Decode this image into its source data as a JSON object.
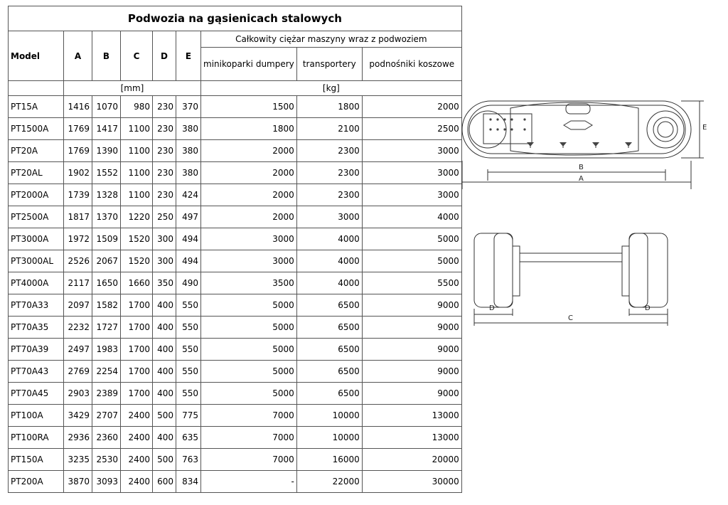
{
  "table": {
    "title": "Podwozia na gąsienicach stalowych",
    "headers": {
      "model": "Model",
      "dims": [
        "A",
        "B",
        "C",
        "D",
        "E"
      ],
      "weight_group": "Całkowity ciężar maszyny wraz z podwoziem",
      "weight_cols": [
        "minikoparki dumpery",
        "transportery",
        "podnośniki koszowe"
      ],
      "unit_mm": "[mm]",
      "unit_kg": "[kg]"
    },
    "rows": [
      [
        "PT15A",
        "1416",
        "1070",
        "980",
        "230",
        "370",
        "1500",
        "1800",
        "2000"
      ],
      [
        "PT1500A",
        "1769",
        "1417",
        "1100",
        "230",
        "380",
        "1800",
        "2100",
        "2500"
      ],
      [
        "PT20A",
        "1769",
        "1390",
        "1100",
        "230",
        "380",
        "2000",
        "2300",
        "3000"
      ],
      [
        "PT20AL",
        "1902",
        "1552",
        "1100",
        "230",
        "380",
        "2000",
        "2300",
        "3000"
      ],
      [
        "PT2000A",
        "1739",
        "1328",
        "1100",
        "230",
        "424",
        "2000",
        "2300",
        "3000"
      ],
      [
        "PT2500A",
        "1817",
        "1370",
        "1220",
        "250",
        "497",
        "2000",
        "3000",
        "4000"
      ],
      [
        "PT3000A",
        "1972",
        "1509",
        "1520",
        "300",
        "494",
        "3000",
        "4000",
        "5000"
      ],
      [
        "PT3000AL",
        "2526",
        "2067",
        "1520",
        "300",
        "494",
        "3000",
        "4000",
        "5000"
      ],
      [
        "PT4000A",
        "2117",
        "1650",
        "1660",
        "350",
        "490",
        "3500",
        "4000",
        "5500"
      ],
      [
        "PT70A33",
        "2097",
        "1582",
        "1700",
        "400",
        "550",
        "5000",
        "6500",
        "9000"
      ],
      [
        "PT70A35",
        "2232",
        "1727",
        "1700",
        "400",
        "550",
        "5000",
        "6500",
        "9000"
      ],
      [
        "PT70A39",
        "2497",
        "1983",
        "1700",
        "400",
        "550",
        "5000",
        "6500",
        "9000"
      ],
      [
        "PT70A43",
        "2769",
        "2254",
        "1700",
        "400",
        "550",
        "5000",
        "6500",
        "9000"
      ],
      [
        "PT70A45",
        "2903",
        "2389",
        "1700",
        "400",
        "550",
        "5000",
        "6500",
        "9000"
      ],
      [
        "PT100A",
        "3429",
        "2707",
        "2400",
        "500",
        "775",
        "7000",
        "10000",
        "13000"
      ],
      [
        "PT100RA",
        "2936",
        "2360",
        "2400",
        "400",
        "635",
        "7000",
        "10000",
        "13000"
      ],
      [
        "PT150A",
        "3235",
        "2530",
        "2400",
        "500",
        "763",
        "7000",
        "16000",
        "20000"
      ],
      [
        "PT200A",
        "3870",
        "3093",
        "2400",
        "600",
        "834",
        "-",
        "22000",
        "30000"
      ]
    ]
  },
  "diagram_side": {
    "labels": {
      "a": "A",
      "b": "B",
      "e": "E"
    }
  },
  "diagram_front": {
    "labels": {
      "c": "C",
      "d_left": "D",
      "d_right": "D"
    }
  }
}
